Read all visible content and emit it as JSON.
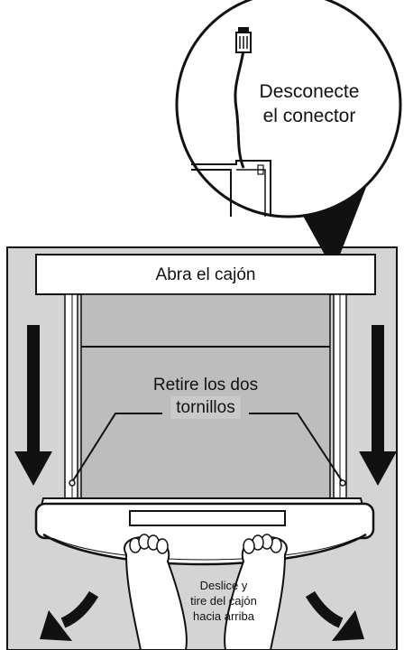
{
  "callout": {
    "lines": [
      "Desconecte",
      "el conector"
    ]
  },
  "drawer": {
    "open_label": "Abra el cajón"
  },
  "screws": {
    "lines": [
      "Retire los dos",
      "tornillos"
    ]
  },
  "slide": {
    "lines": [
      "Deslice y",
      "tire del cajón",
      "hacia arriba"
    ]
  },
  "icons": [
    "connector-icon",
    "down-arrow-icon",
    "curved-arrow-icon",
    "screw-icon",
    "hand-icon"
  ],
  "colors": {
    "frame_gray": "#d4d4d4",
    "drawer_interior": "#bdbdbd",
    "outline": "#111111",
    "arrow": "#111111"
  }
}
